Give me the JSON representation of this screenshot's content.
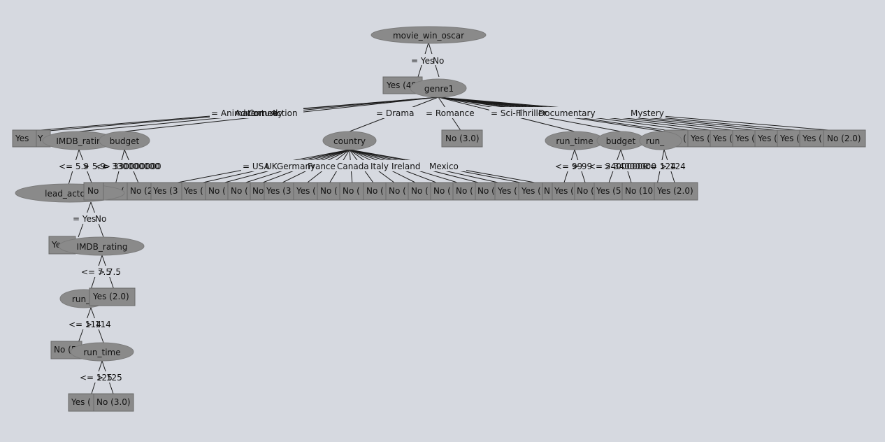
{
  "nodes": {
    "root": "movie_win_oscar",
    "root_leaf_yes": "Yes (49",
    "genre1": "genre1",
    "leaf_yes_far_left": "Yes",
    "leaf_y_left": "Y",
    "imdb_rating_1": "IMDB_ratin",
    "budget_1": "budget",
    "country": "country",
    "leaf_romance_no": "No (3.0)",
    "run_time_1": "run_time",
    "budget_2": "budget",
    "run_2": "run_",
    "right_leaves": [
      "Yes (",
      "Yes (",
      "Yes (",
      "Yes (",
      "Yes (",
      "Yes (",
      "Yes (",
      "No (2.0)"
    ],
    "lead_actor": "lead_acto",
    "leaf_no_a": "No",
    "leaf_yes_b": "Yes (",
    "leaf_no_b": "No (2",
    "country_leaves": [
      "Yes (3",
      "Yes (",
      "No (",
      "No (",
      "No (",
      "Yes (3",
      "Yes (",
      "No (",
      "No (",
      "No (",
      "No (",
      "No (",
      "No (",
      "No (",
      "No (",
      "Yes (",
      "Yes (",
      "N"
    ],
    "leaf_yes_c": "Yes (",
    "leaf_no_c": "No (",
    "leaf_yes_5": "Yes (5",
    "leaf_no_10": "No (10",
    "leaf_yes_2": "Yes (2.0)",
    "leaf_yes_lead": "Yes",
    "imdb_rating_2": "IMDB_rating",
    "leaf_yes_imdb2": "Yes (2.0)",
    "run_3": "run_",
    "leaf_no_run3": "No (5",
    "run_time_2": "run_time",
    "leaf_yes_final": "Yes (",
    "leaf_no_final": "No (3.0)"
  },
  "edges": {
    "root_yes": "= Yes",
    "root_no": "No",
    "genre_animation": "= Animation",
    "genre_adventure": "Adventure",
    "genre_comedy": "Comedy",
    "genre_action": "Action",
    "genre_drama": "= Drama",
    "genre_romance": "= Romance",
    "genre_scifi": "= Sci-Fi",
    "genre_thriller": "Thriller",
    "genre_documentary": "Documentary",
    "genre_mystery": "Mystery",
    "imdb1_le": "<= 5.9",
    "imdb1_gt": "> 5.9",
    "budget1_le": "<= 330000000",
    "budget1_gt": "> 330000000",
    "country_usa": "= USA",
    "country_uk": "UK",
    "country_germany": "Germany",
    "country_france": "France",
    "country_canada": "Canada",
    "country_italy": "Italy",
    "country_ireland": "Ireland",
    "country_mexico": "Mexico",
    "runtime1_le": "<= 99",
    "runtime1_gt": "> 99",
    "budget2_le": "<= 34000000",
    "budget2_gt": "> 34000000",
    "run2_le": "<= 124",
    "run2_gt": "> 124",
    "lead_yes": "= Yes",
    "lead_no": "No",
    "imdb2_le": "<= 7.5",
    "imdb2_gt": "> 7.5",
    "run3_le": "<= 114",
    "run3_gt": "> 114",
    "runtime2_le": "<= 125",
    "runtime2_gt": "> 125"
  }
}
